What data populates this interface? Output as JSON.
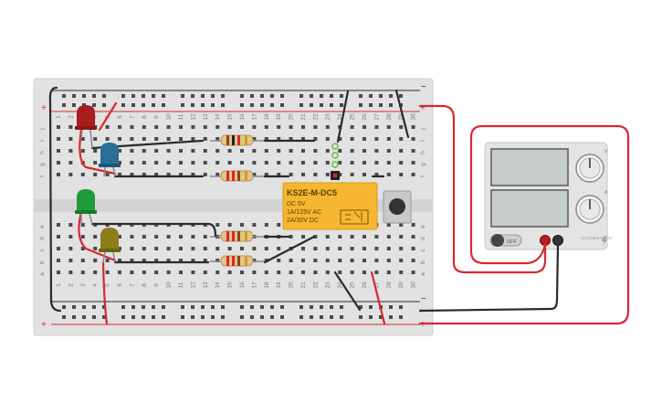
{
  "breadboard": {
    "columns": [
      "1",
      "2",
      "3",
      "4",
      "5",
      "6",
      "7",
      "8",
      "9",
      "10",
      "11",
      "12",
      "13",
      "14",
      "15",
      "16",
      "17",
      "18",
      "19",
      "20",
      "21",
      "22",
      "23",
      "24",
      "25",
      "26",
      "27",
      "28",
      "29",
      "30"
    ],
    "rows_top": [
      "j",
      "i",
      "h",
      "g",
      "f"
    ],
    "rows_bottom": [
      "e",
      "d",
      "c",
      "b",
      "a"
    ],
    "rail_plus": "+",
    "rail_minus": "−"
  },
  "relay": {
    "model": "KS2E-M-DC5",
    "coil": "DC 5V",
    "rating_ac": "1A/125V AC",
    "rating_dc": "2A/30V DC",
    "color": "#f5b731"
  },
  "power_supply": {
    "switch_label": "OFF",
    "knob_top_label": "V",
    "knob_bottom_label": "A",
    "brand": "DC POWER SUPPLY"
  },
  "colors": {
    "wire_red": "#d7282f",
    "wire_black": "#2a2a2a",
    "led_red": "#a81c1c",
    "led_blue": "#2a6f97",
    "led_green": "#1f9a3a",
    "led_yellow": "#8c7d1d"
  }
}
